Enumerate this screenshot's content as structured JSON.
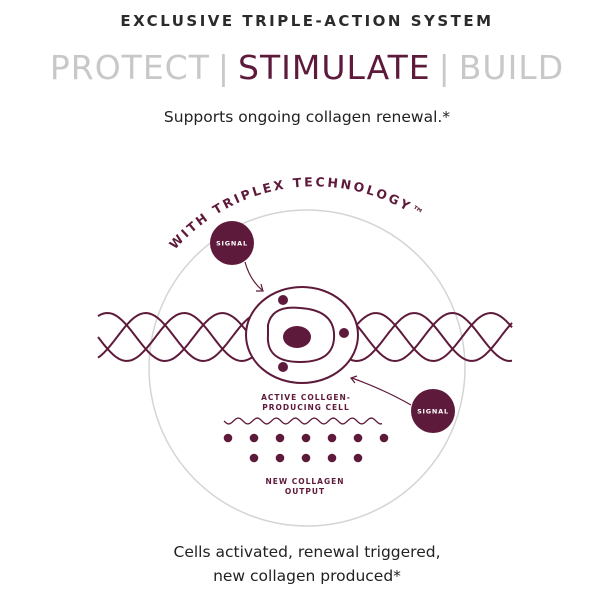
{
  "eyebrow": "EXCLUSIVE TRIPLE-ACTION SYSTEM",
  "headline": {
    "protect": "PROTECT",
    "separator": "|",
    "stimulate": "STIMULATE",
    "build": "BUILD"
  },
  "subtitle": "Supports ongoing collagen renewal.*",
  "diagram": {
    "arc_title": "WITH TRIPLEX TECHNOLOGY™",
    "signal_label": "SIGNAL",
    "cell_label_line1": "ACTIVE COLLGEN-",
    "cell_label_line2": "PRODUCING CELL",
    "output_label_line1": "NEW COLLAGEN",
    "output_label_line2": "OUTPUT"
  },
  "caption": {
    "line1": "Cells activated, renewal triggered,",
    "line2": "new collagen produced*"
  },
  "colors": {
    "brand": "#5e1a3a",
    "muted": "#c8c8c8"
  }
}
